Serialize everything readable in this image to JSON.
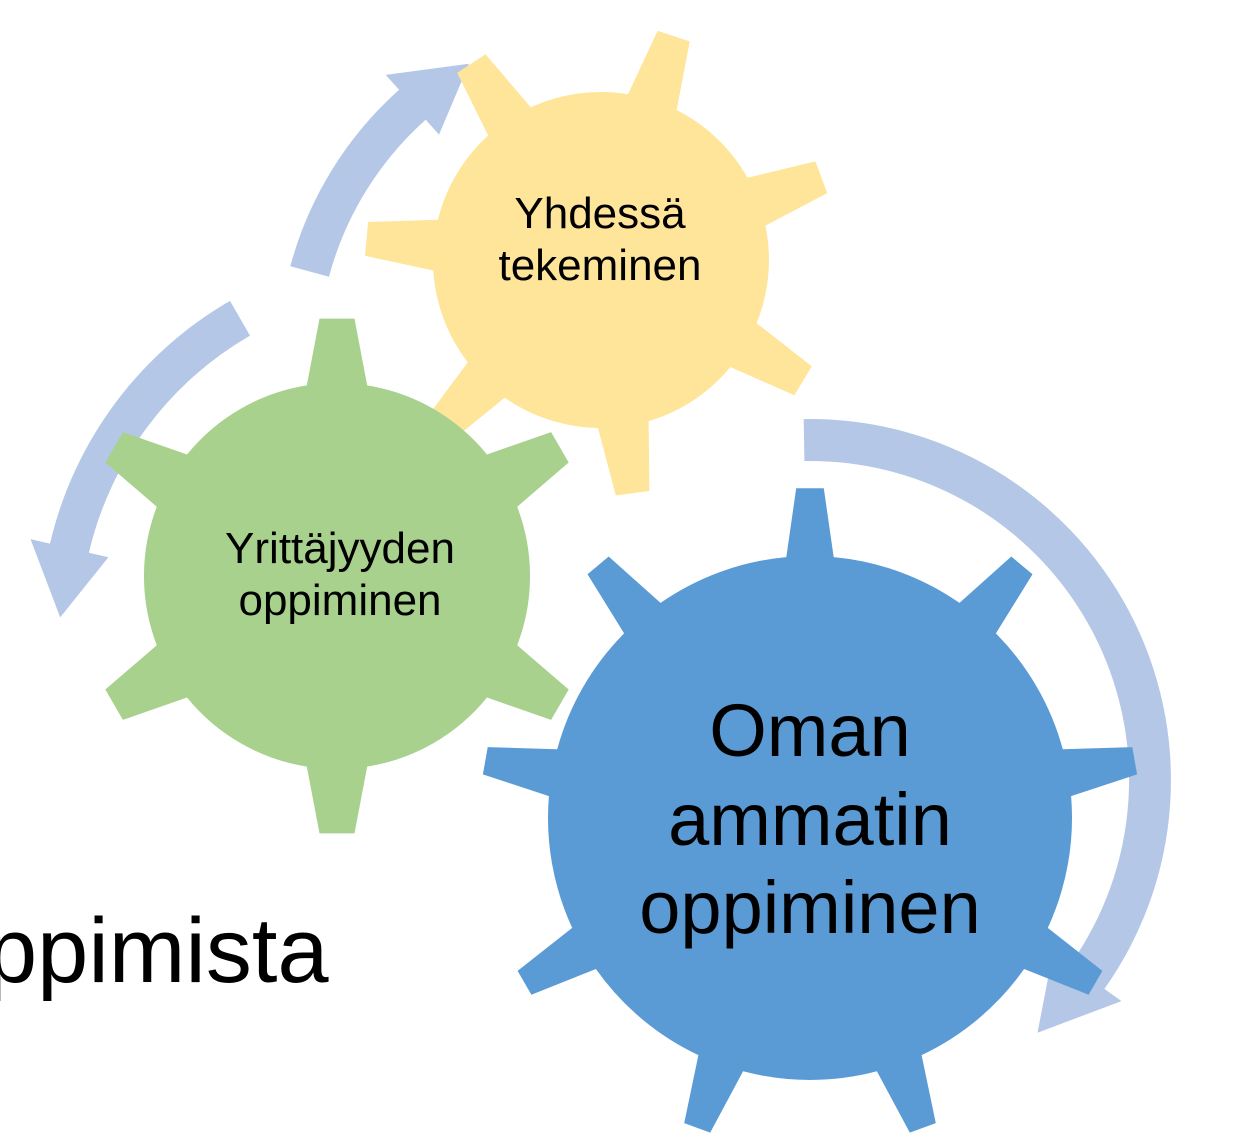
{
  "background_text": "ppimista",
  "gears": {
    "yellow": {
      "line1": "Yhdessä",
      "line2": "tekeminen",
      "color": "#FFE599"
    },
    "green": {
      "line1": "Yrittäjyyden",
      "line2": "oppiminen",
      "color": "#A9D18E"
    },
    "blue": {
      "line1": "Oman",
      "line2": "ammatin",
      "line3": "oppiminen",
      "color": "#5B9BD5"
    }
  },
  "arrow_color": "#B4C7E7"
}
